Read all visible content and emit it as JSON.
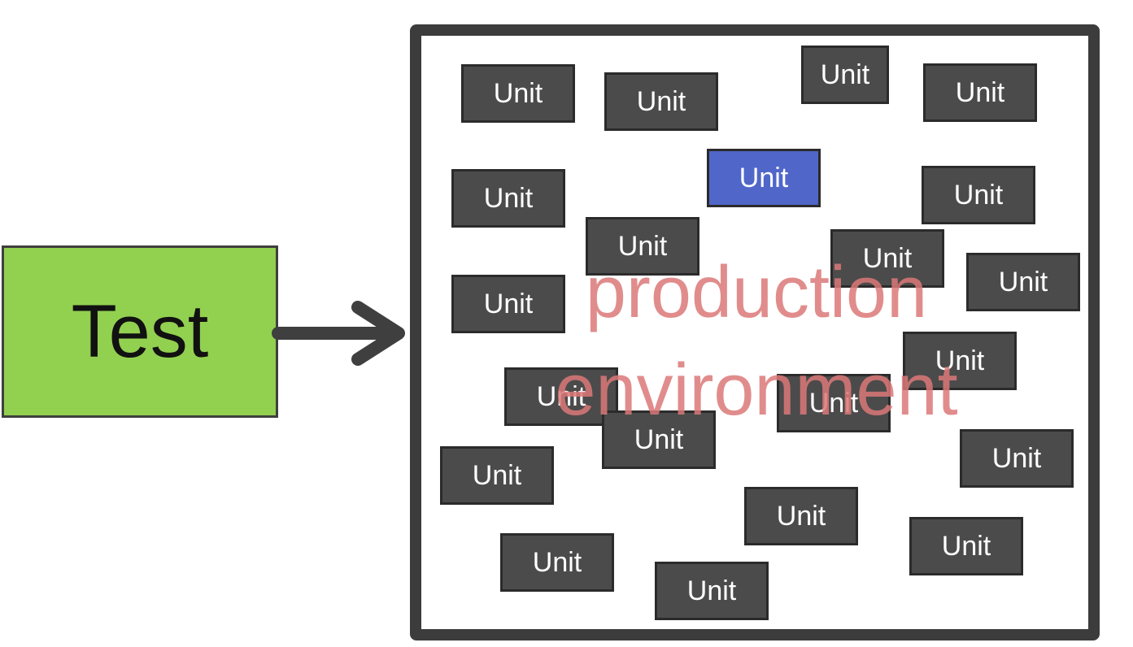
{
  "test_label": "Test",
  "unit_label": "Unit",
  "watermark_line1": "production",
  "watermark_line2": "environment",
  "colors": {
    "test_fill": "#92d050",
    "unit_fill": "#4b4b4b",
    "highlight_unit_fill": "#5066c9",
    "frame": "#3c3c3c",
    "watermark": "#dc7878"
  }
}
